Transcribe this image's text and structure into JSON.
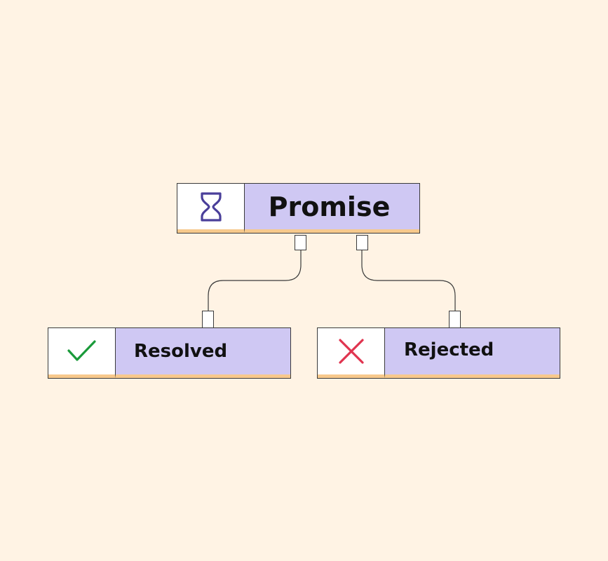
{
  "diagram": {
    "root": {
      "label": "Promise",
      "icon": "hourglass-icon",
      "icon_color": "#4a3f9a"
    },
    "children": [
      {
        "label": "Resolved",
        "icon": "checkmark-icon",
        "icon_color": "#1a9a3a"
      },
      {
        "label": "Rejected",
        "icon": "cross-icon",
        "icon_color": "#e0344f"
      }
    ]
  },
  "colors": {
    "background": "#fff3e4",
    "node_fill": "#cfc8f3",
    "node_accent": "#f7c98c",
    "border": "#3a3a3a"
  }
}
